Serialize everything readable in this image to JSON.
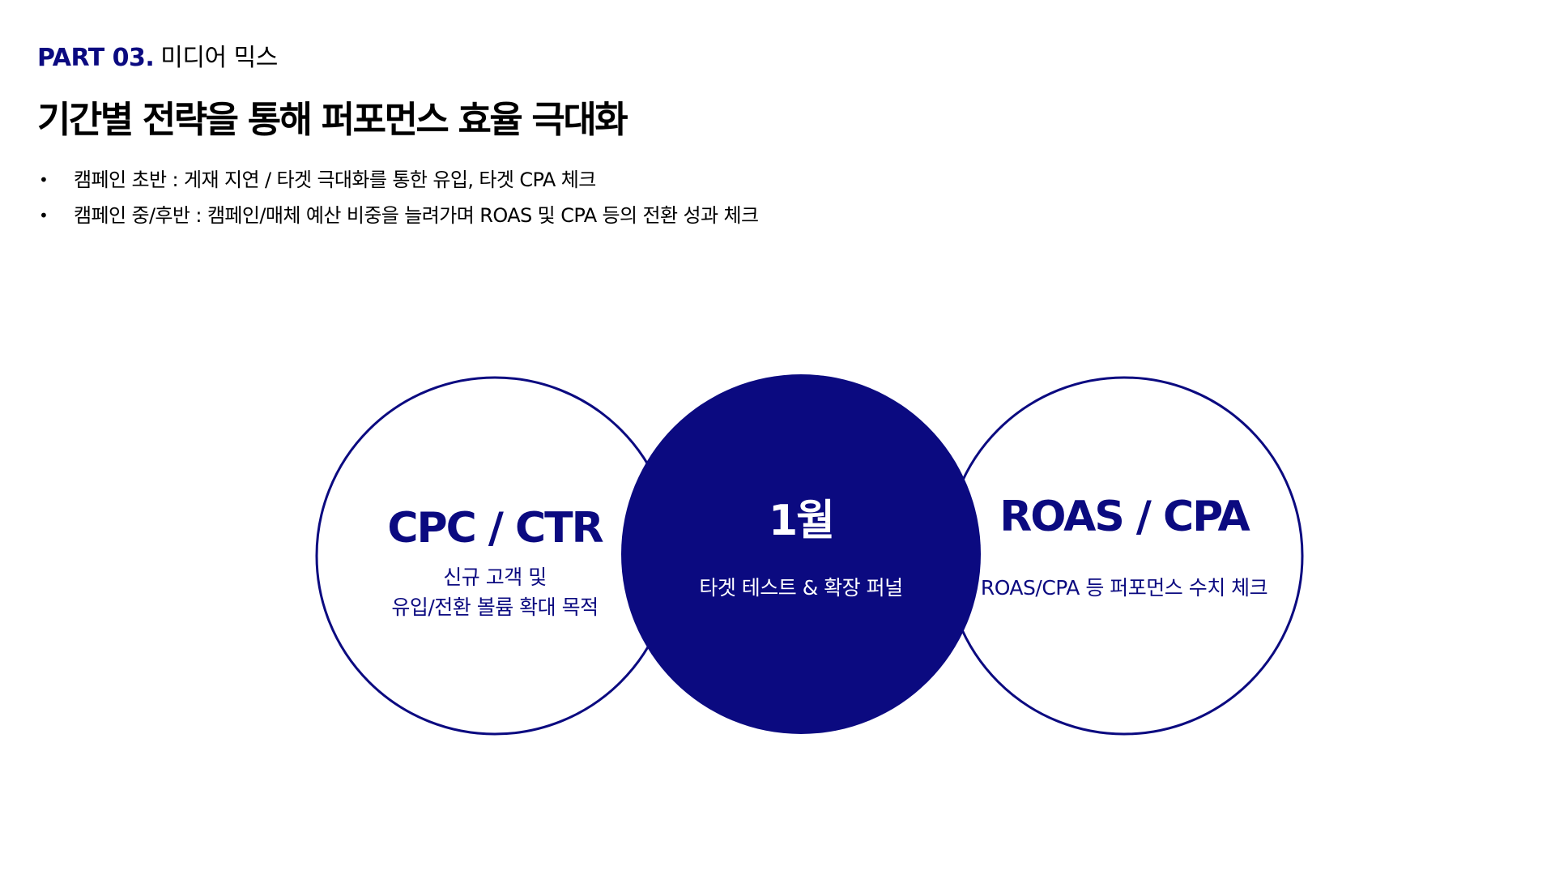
{
  "header": {
    "part_code": "PART 03.",
    "part_name": "미디어 믹스",
    "title": "기간별 전략을 통해 퍼포먼스 효율 극대화"
  },
  "bullets": [
    {
      "marker": "•",
      "text": "캠페인 초반 : 게재 지연 / 타겟 극대화를 통한 유입, 타겟 CPA 체크"
    },
    {
      "marker": "•",
      "text": "캠페인 중/후반 : 캠페인/매체 예산 비중을 늘려가며 ROAS 및 CPA 등의 전환 성과 체크"
    }
  ],
  "diagram": {
    "left": {
      "title": "CPC / CTR",
      "description_lines": [
        "신규 고객 및",
        "유입/전환 볼륨 확대 목적"
      ]
    },
    "center": {
      "title": "1월",
      "description": "타겟 테스트 & 확장 퍼널"
    },
    "right": {
      "title": "ROAS / CPA",
      "description": "ROAS/CPA 등 퍼포먼스 수치 체크"
    }
  },
  "colors": {
    "accent": "#0b0a80",
    "background": "#ffffff",
    "text": "#000000"
  }
}
